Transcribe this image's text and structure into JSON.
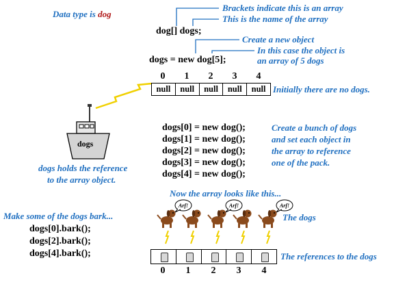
{
  "annotations": {
    "data_type_prefix": "Data type is ",
    "data_type_word": "dog",
    "brackets": "Brackets indicate this is an array",
    "array_name": "This is the name of the array",
    "create_object": "Create a new object",
    "object_is_line1": "In this case the object is",
    "object_is_line2": "an array of 5 dogs",
    "initially": "Initially there are no dogs.",
    "bunch_line1": "Create a bunch of dogs",
    "bunch_line2": "and set each object in",
    "bunch_line3": "the array to reference",
    "bunch_line4": "one of the pack.",
    "holds_line1": "dogs holds the reference",
    "holds_line2": "to the array object.",
    "now_array": "Now the array looks like this...",
    "make_bark": "Make some of the dogs bark...",
    "the_dogs": "The dogs",
    "references": "The references to the dogs"
  },
  "code": {
    "declaration": "dog[] dogs;",
    "creation": "dogs = new dog[5];",
    "assignments": [
      "dogs[0] = new dog();",
      "dogs[1] = new dog();",
      "dogs[2] = new dog();",
      "dogs[3] = new dog();",
      "dogs[4] = new dog();"
    ],
    "barks": [
      "dogs[0].bark();",
      "dogs[2].bark();",
      "dogs[4].bark();"
    ]
  },
  "array": {
    "indices": [
      "0",
      "1",
      "2",
      "3",
      "4"
    ],
    "null_label": "null"
  },
  "boat_label": "dogs",
  "speech_label": "Arf!",
  "colors": {
    "annotation": "#1f6fc0",
    "highlight": "#b01818",
    "dog_body": "#8a4a1c",
    "lightning": "#f0d000"
  }
}
